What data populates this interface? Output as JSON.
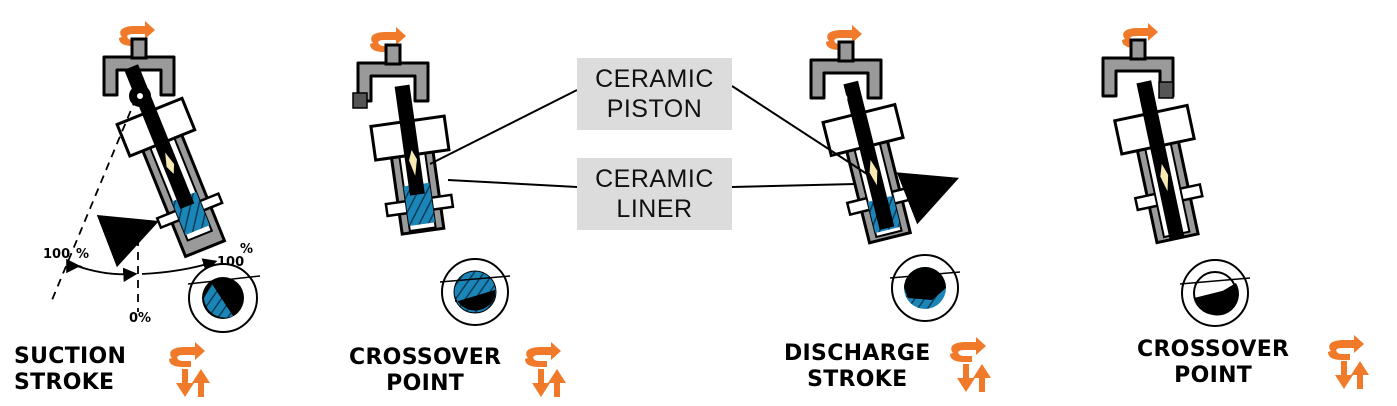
{
  "stages": [
    {
      "line1": "SUCTION",
      "line2": "STROKE"
    },
    {
      "line1": "CROSSOVER",
      "line2": "POINT"
    },
    {
      "line1": "DISCHARGE",
      "line2": "STROKE"
    },
    {
      "line1": "CROSSOVER",
      "line2": "POINT"
    }
  ],
  "callouts": {
    "piston": {
      "line1": "CERAMIC",
      "line2": "PISTON"
    },
    "liner": {
      "line1": "CERAMIC",
      "line2": "LINER"
    }
  },
  "angle_labels": {
    "left": "100",
    "left_unit": "%",
    "zero": "0%",
    "right": "100",
    "right_unit": "%"
  },
  "colors": {
    "accent": "#f07a2a",
    "blue": "#1b85b8",
    "gray": "#9a9a9a",
    "light_gray": "#dcdcdc",
    "black": "#000000"
  }
}
